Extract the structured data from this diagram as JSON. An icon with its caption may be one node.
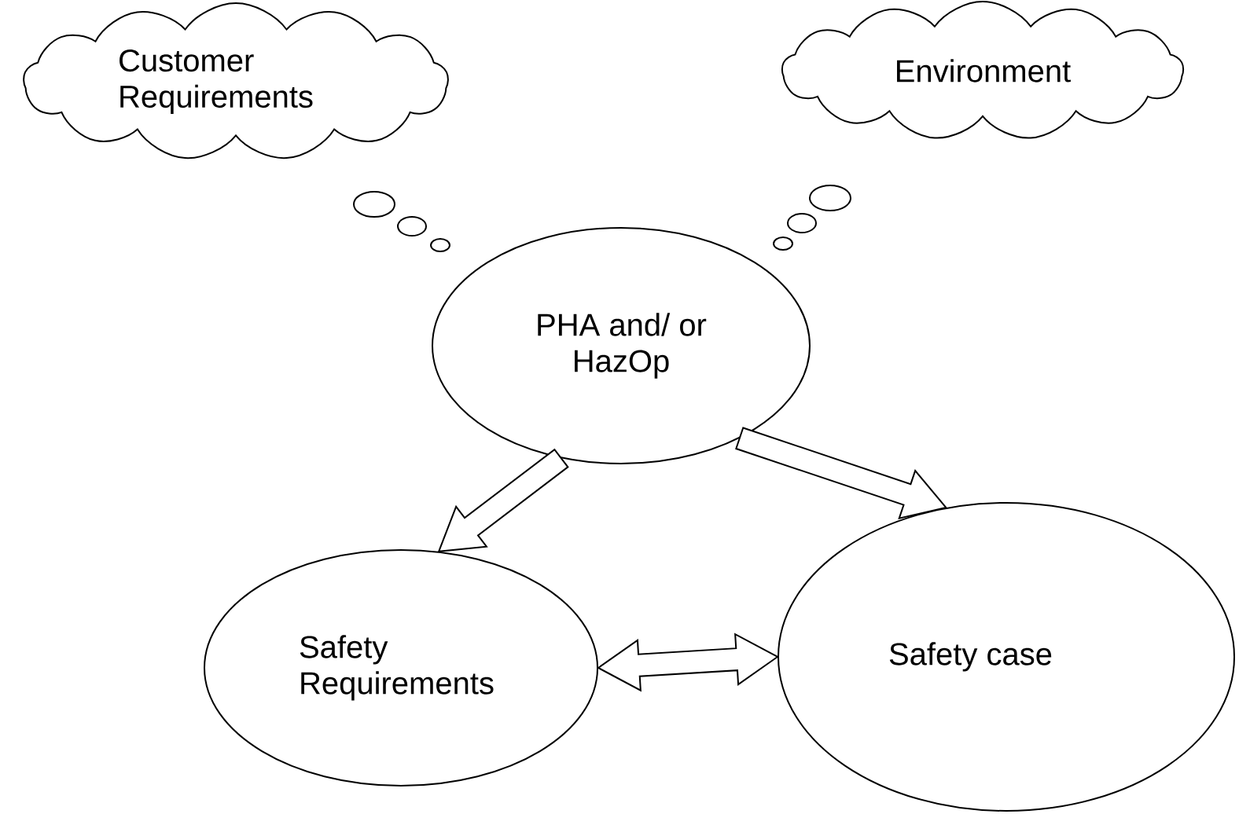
{
  "diagram": {
    "nodes": [
      {
        "text": [
          "Customer Requirements"
        ]
      },
      {
        "text": [
          "Environment"
        ]
      },
      {
        "text": [
          "PHA and/ or HazOp"
        ]
      },
      {
        "text": [
          "Safety Requirements"
        ]
      },
      {
        "text": [
          "Safety case"
        ]
      }
    ],
    "edges": [
      {
        "from": 2,
        "to": 3,
        "arrow": "to"
      },
      {
        "from": 2,
        "to": 4,
        "arrow": "to"
      },
      {
        "from": 3,
        "to": 4,
        "arrow": "both"
      }
    ]
  }
}
